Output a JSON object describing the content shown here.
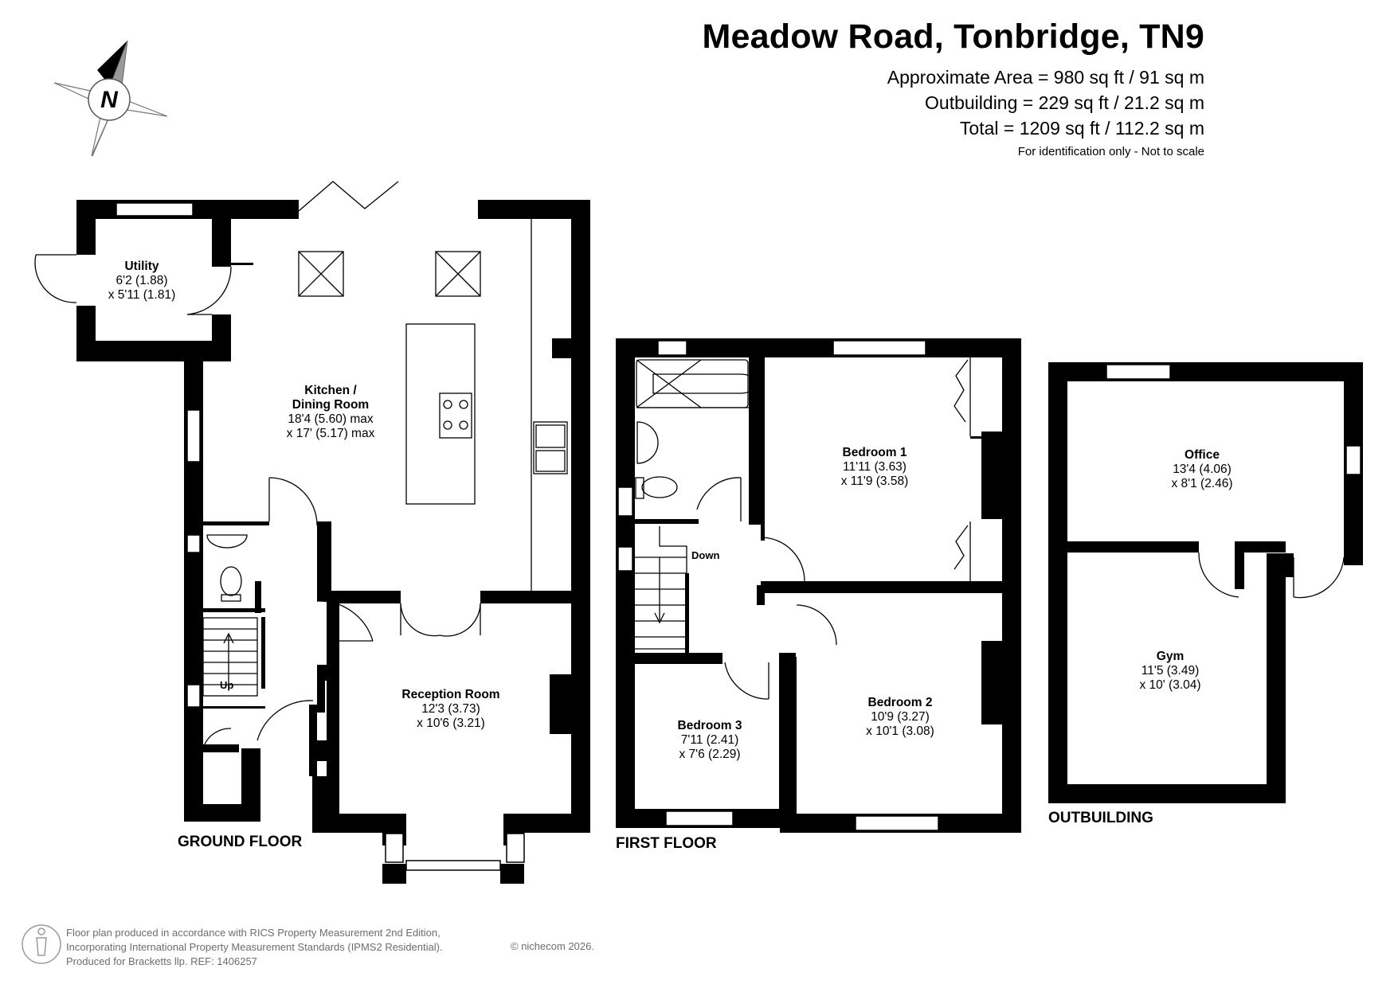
{
  "header": {
    "title": "Meadow Road, Tonbridge, TN9",
    "area_main": "Approximate Area = 980 sq ft / 91 sq m",
    "area_outbuilding": "Outbuilding = 229 sq ft / 21.2 sq m",
    "area_total": "Total = 1209 sq ft / 112.2 sq m",
    "disclaimer": "For identification only - Not to scale"
  },
  "compass": {
    "icon": "north-compass-icon",
    "label": "N"
  },
  "floors": {
    "ground": "GROUND FLOOR",
    "first": "FIRST FLOOR",
    "outbuilding": "OUTBUILDING"
  },
  "rooms": {
    "utility": {
      "name": "Utility",
      "dim1": "6'2 (1.88)",
      "dim2": "x 5'11 (1.81)"
    },
    "kitchen": {
      "name1": "Kitchen /",
      "name2": "Dining Room",
      "dim1": "18'4 (5.60) max",
      "dim2": "x 17' (5.17) max"
    },
    "reception": {
      "name": "Reception Room",
      "dim1": "12'3 (3.73)",
      "dim2": "x 10'6 (3.21)"
    },
    "bedroom1": {
      "name": "Bedroom 1",
      "dim1": "11'11 (3.63)",
      "dim2": "x 11'9 (3.58)"
    },
    "bedroom2": {
      "name": "Bedroom 2",
      "dim1": "10'9 (3.27)",
      "dim2": "x 10'1 (3.08)"
    },
    "bedroom3": {
      "name": "Bedroom 3",
      "dim1": "7'11 (2.41)",
      "dim2": "x 7'6 (2.29)"
    },
    "office": {
      "name": "Office",
      "dim1": "13'4 (4.06)",
      "dim2": "x 8'1 (2.46)"
    },
    "gym": {
      "name": "Gym",
      "dim1": "11'5 (3.49)",
      "dim2": "x 10' (3.04)"
    }
  },
  "stairs": {
    "up": "Up",
    "down": "Down"
  },
  "footer": {
    "line1": "Floor plan produced in accordance with RICS Property Measurement 2nd Edition,",
    "line2": "Incorporating International Property Measurement Standards (IPMS2 Residential).",
    "line3": "Produced for Bracketts llp.   REF:  1406257",
    "copyright": "© nichecom 2026.",
    "logo_icon": "person-logo-icon"
  },
  "colors": {
    "wall": "#000000",
    "window": "#ffffff",
    "text_muted": "#6d6d6d",
    "compass_gray": "#9a9a9a"
  }
}
